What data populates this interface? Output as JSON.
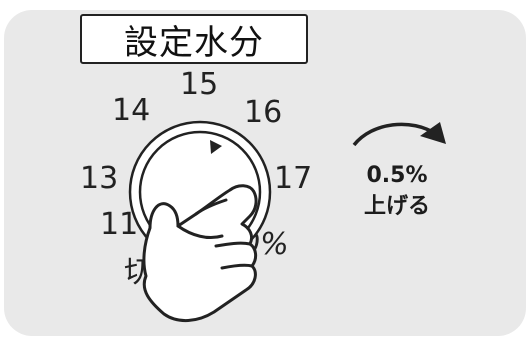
{
  "title": "設定水分",
  "dial": {
    "labels": {
      "n11": "11",
      "n13": "13",
      "n14": "14",
      "n15": "15",
      "n16": "16",
      "n17": "17",
      "n20": "20%",
      "off": "切"
    }
  },
  "note": {
    "line1": "0.5%",
    "line2": "上げる"
  },
  "icons": [
    "clockwise-arrow-icon",
    "hand-icon",
    "pointer-triangle-icon"
  ],
  "colors": {
    "panel": "#e9e9e9",
    "ink": "#222222"
  }
}
